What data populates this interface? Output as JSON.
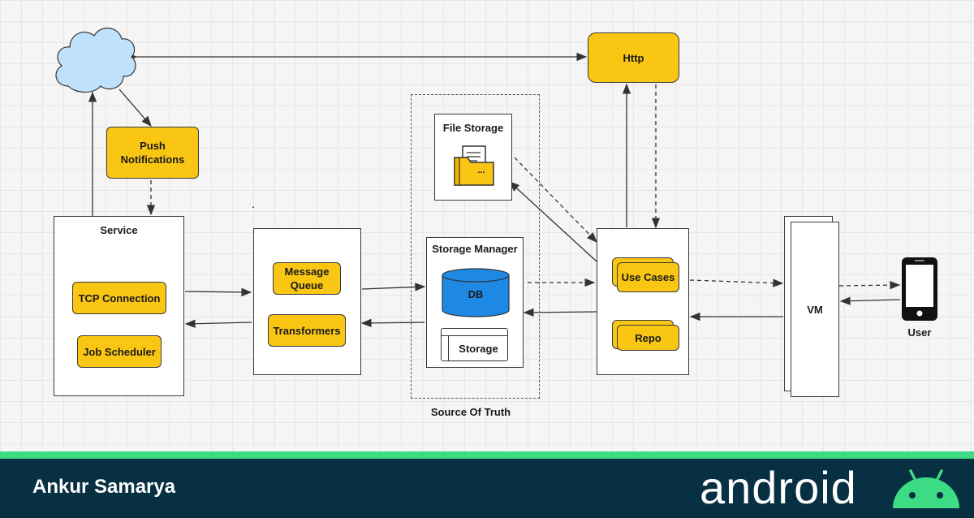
{
  "diagram": {
    "service": {
      "title": "Service",
      "items": [
        "TCP Connection",
        "Job Scheduler"
      ]
    },
    "push_notifications": "Push\nNotifications",
    "processing": {
      "items": [
        "Message\nQueue",
        "Transformers"
      ]
    },
    "source_of_truth": {
      "label": "Source Of Truth",
      "file_storage": {
        "title": "File Storage",
        "folder_text": "..."
      },
      "storage_manager": {
        "title": "Storage Manager",
        "db": "DB",
        "storage": "Storage"
      }
    },
    "http": "Http",
    "domain_layer": {
      "items": [
        "Use Cases",
        "Repo"
      ]
    },
    "vm": "VM",
    "user": "User"
  },
  "colors": {
    "chip": "#f9c613",
    "db": "#1e88e5",
    "cloud": "#bfe1fb",
    "footer_bg": "#073042",
    "footer_stripe": "#3ddc84"
  },
  "footer": {
    "author": "Ankur Samarya",
    "brand": "android"
  }
}
